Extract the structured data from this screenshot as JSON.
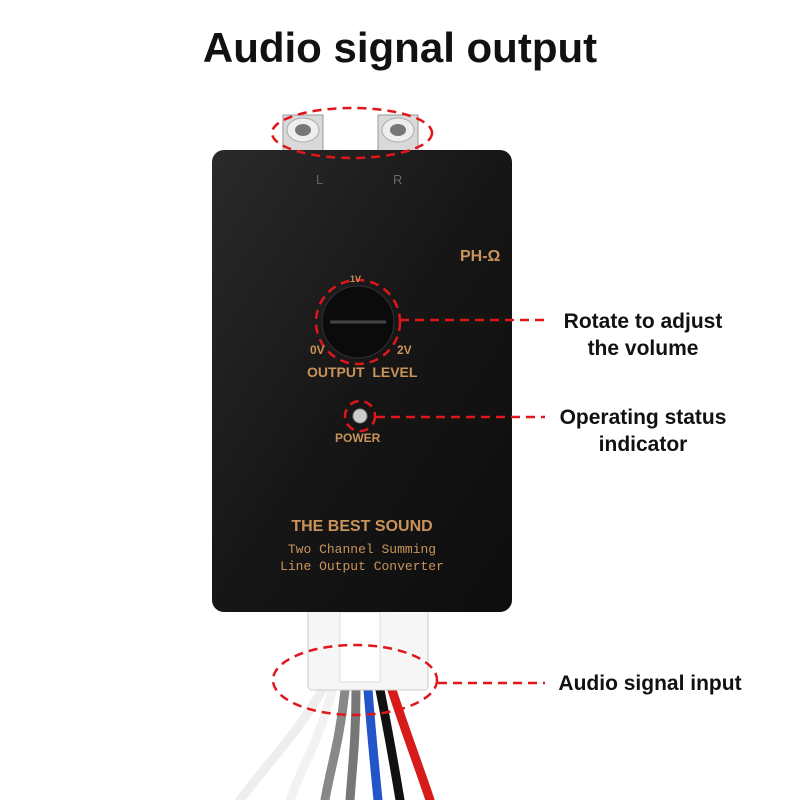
{
  "title": "Audio signal output",
  "device": {
    "jack_left": "L",
    "jack_right": "R",
    "model": "PH-Ω",
    "knob_mid": "1V",
    "knob_min": "0V",
    "knob_max": "2V",
    "knob_label": "OUTPUT  LEVEL",
    "power_label": "POWER",
    "brand_line": "THE BEST SOUND",
    "desc_line1": "Two Channel Summing",
    "desc_line2": "Line Output Converter"
  },
  "annotations": {
    "volume_line1": "Rotate to adjust",
    "volume_line2": "the volume",
    "status_line1": "Operating status",
    "status_line2": "indicator",
    "input": "Audio signal input"
  },
  "colors": {
    "callout": "#e0161b",
    "body": "#1a1a1a",
    "print": "#c9935a"
  }
}
